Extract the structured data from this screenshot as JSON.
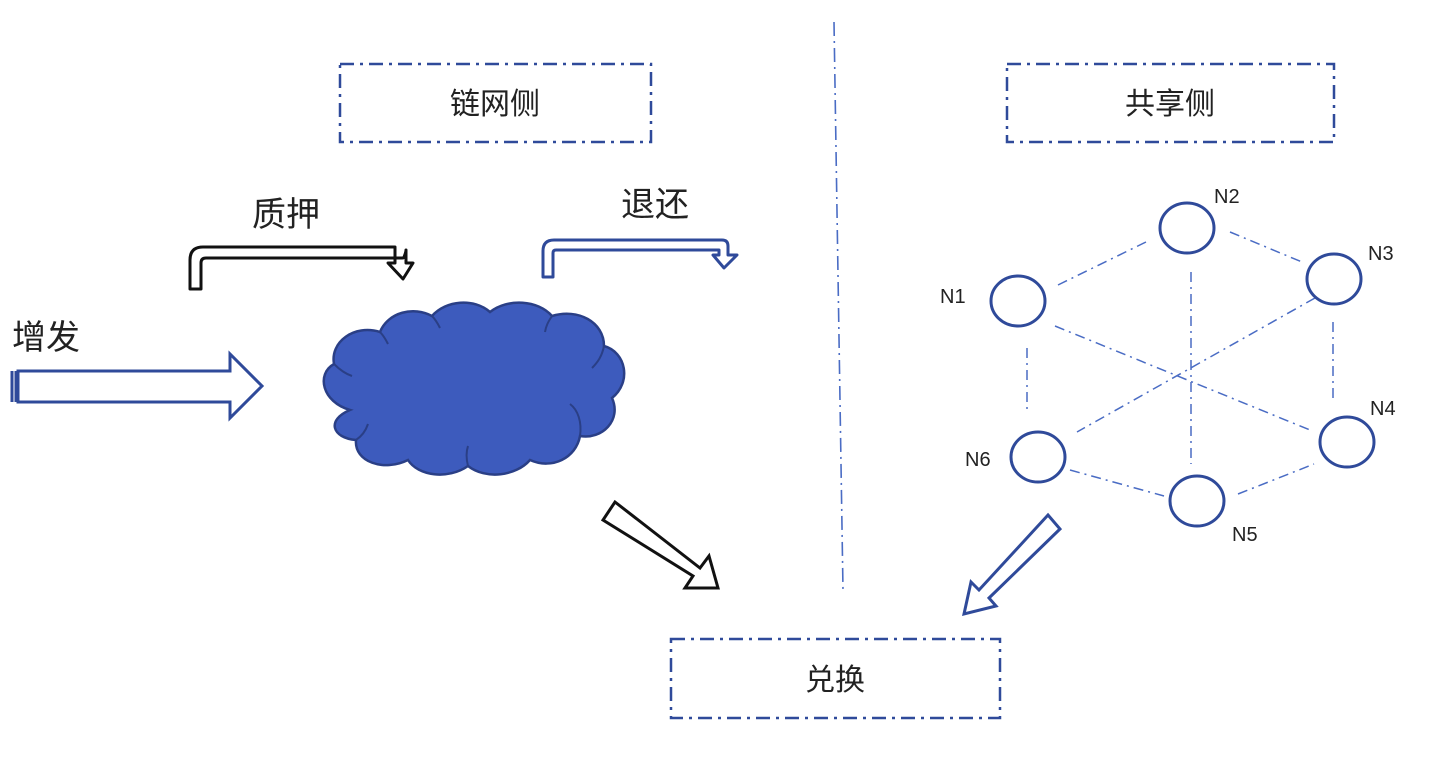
{
  "diagram": {
    "left_box": {
      "label": "链网侧"
    },
    "right_box": {
      "label": "共享侧"
    },
    "bottom_box": {
      "label": "兑换"
    },
    "flows": {
      "issue": "增发",
      "pledge": "质押",
      "refund": "退还"
    },
    "nodes": [
      {
        "id": "N1",
        "label": "N1"
      },
      {
        "id": "N2",
        "label": "N2"
      },
      {
        "id": "N3",
        "label": "N3"
      },
      {
        "id": "N4",
        "label": "N4"
      },
      {
        "id": "N5",
        "label": "N5"
      },
      {
        "id": "N6",
        "label": "N6"
      }
    ],
    "colors": {
      "accent": "#2f4a9a",
      "cloud_fill": "#3d5bbd",
      "cloud_stroke": "#2a3f86",
      "dash": "#4a6cc4",
      "black": "#111111"
    }
  }
}
